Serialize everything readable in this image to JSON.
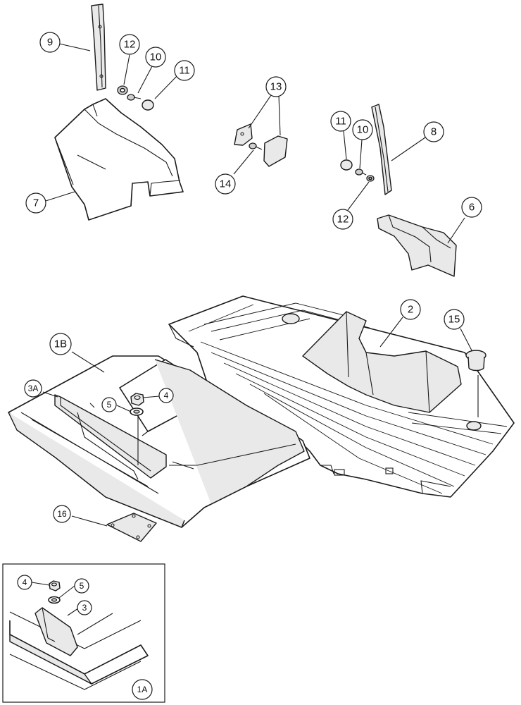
{
  "callouts": {
    "c9": "9",
    "c12a": "12",
    "c10a": "10",
    "c11a": "11",
    "c13": "13",
    "c7": "7",
    "c14": "14",
    "c11b": "11",
    "c10b": "10",
    "c8": "8",
    "c12b": "12",
    "c6": "6",
    "c2": "2",
    "c15": "15",
    "c1b": "1B",
    "c3a": "3A",
    "c5a": "5",
    "c4a": "4",
    "c16": "16",
    "c4b": "4",
    "c5b": "5",
    "c3": "3",
    "c1a": "1A"
  },
  "colors": {
    "line": "#1a1a1a",
    "background": "#ffffff",
    "shade": "#e9e9e9"
  }
}
